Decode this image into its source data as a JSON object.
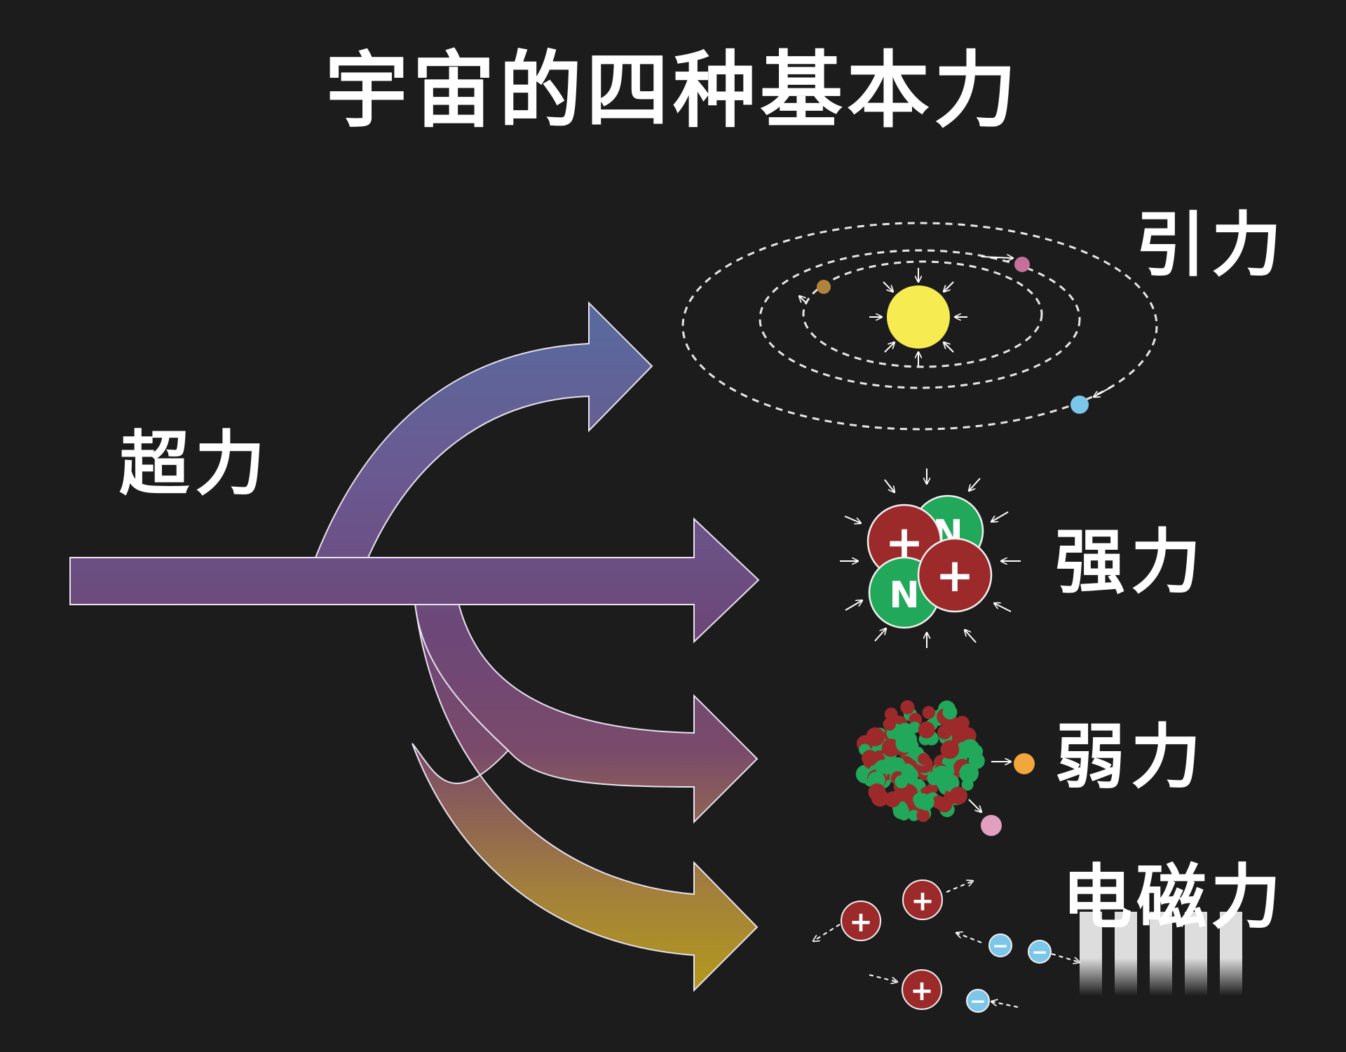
{
  "title": "宇宙的四种基本力",
  "source": {
    "label": "超力"
  },
  "forces": [
    {
      "id": "gravity",
      "label": "引力"
    },
    {
      "id": "strong",
      "label": "强力"
    },
    {
      "id": "weak",
      "label": "弱力"
    },
    {
      "id": "electromagnetic",
      "label": "电磁力"
    }
  ],
  "strong_particles": {
    "proton_symbol": "+",
    "neutron_symbol": "N"
  },
  "em_particles": {
    "positive_symbol": "+",
    "negative_symbol": "−"
  },
  "colors": {
    "background": "#1c1c1c",
    "arrow_top": "#5a6d9c",
    "arrow_mid": "#6e4a7c",
    "arrow_bottom": "#b2961c",
    "sun": "#f6ec52",
    "proton": "#9c2a2a",
    "neutron": "#22a85a",
    "electron": "#7cc6ea"
  }
}
